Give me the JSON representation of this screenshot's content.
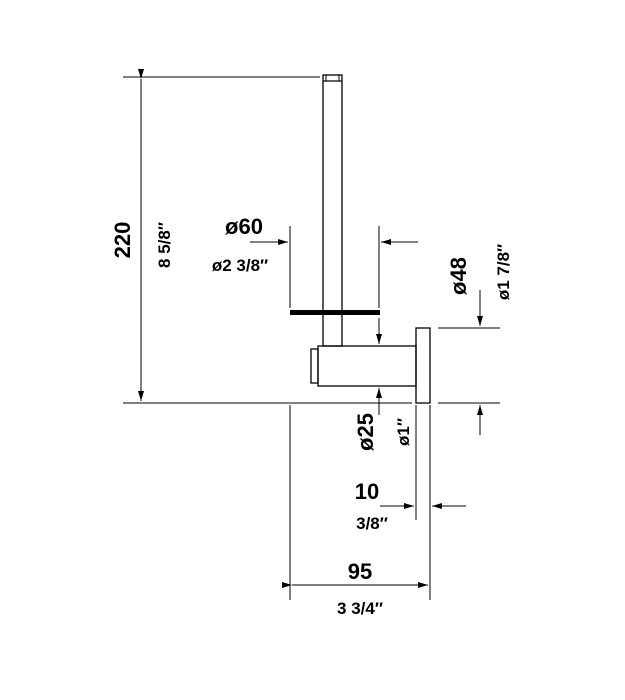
{
  "drawing": {
    "colors": {
      "line": "#000000",
      "background": "#ffffff"
    },
    "dimensions": {
      "height_mm": "220",
      "height_in": "8 5/8″",
      "plate_dia_mm": "ø60",
      "plate_dia_in": "ø2 3/8″",
      "rosette_dia_mm": "ø48",
      "rosette_dia_in": "ø1 7/8″",
      "tube_dia_mm": "ø25",
      "tube_dia_in": "ø1″",
      "rosette_depth_mm": "10",
      "rosette_depth_in": "3/8″",
      "projection_mm": "95",
      "projection_in": "3 3/4″"
    }
  }
}
